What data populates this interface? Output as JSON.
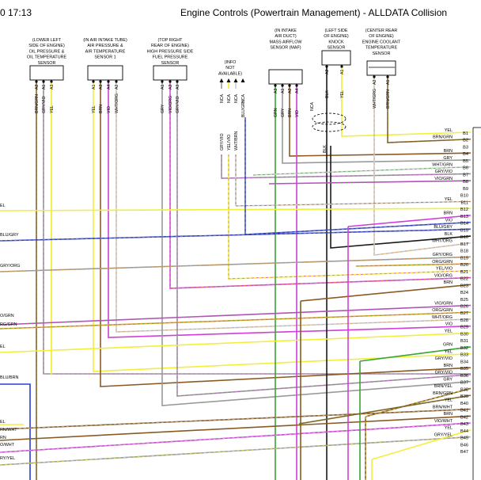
{
  "header": {
    "time": "0 17:13",
    "title": "Engine Controls (Powertrain Management) - ALLDATA Collision"
  },
  "colors": {
    "YEL": "#f2ef3a",
    "BRN": "#8a5a22",
    "GRN": "#3aa335",
    "GRY": "#9a9a9a",
    "VIO": "#d03fd8",
    "BLU": "#2b3dd0",
    "WHT": "#cccccc",
    "ORG": "#f09a2a",
    "BLK": "#1a1a1a",
    "PNK": "#f4a0c8"
  },
  "sensors": [
    {
      "id": "oil-pressure-temp",
      "label": [
        "(LOWER LEFT",
        "SIDE OF ENGINE)",
        "OIL PRESSURE &",
        "OIL TEMPERATURE",
        "SENSOR"
      ],
      "pins": [
        "A2",
        "A1",
        "A3"
      ],
      "wires": [
        "BRN/GRN",
        "GRY/VIO",
        "YEL"
      ]
    },
    {
      "id": "air-pressure-temp-1",
      "label": [
        "(IN AIR INTAKE TUBE)",
        "AIR PRESSURE &",
        "AIR TEMPERATURE",
        "SENSOR 1"
      ],
      "pins": [
        "A1",
        "A3",
        "A4",
        "A2"
      ],
      "wires": [
        "YEL",
        "BRN",
        "VIO",
        "WHT/ORG"
      ]
    },
    {
      "id": "fuel-pressure",
      "label": [
        "(TOP RIGHT",
        "REAR OF ENGINE)",
        "HIGH PRESSURE SIDE",
        "FUEL PRESSURE",
        "SENSOR"
      ],
      "pins": [
        "A1",
        "A2",
        "A3"
      ],
      "wires": [
        "GRY",
        "VIO/ORG",
        "GRY/VIO"
      ]
    },
    {
      "id": "info-not-available",
      "label": [
        "(INFO",
        "NOT",
        "AVAILABLE)"
      ],
      "pins": [
        "NCA",
        "NCA",
        "NCA"
      ],
      "wires": [
        "GRY/VIO",
        "YEL/VIO",
        "WHT/BRN"
      ],
      "extra_pin": "NCA",
      "extra_wire": "BLU/GRY"
    },
    {
      "id": "maf",
      "label": [
        "(IN INTAKE",
        "AIR DUCT)",
        "MASS AIRFLOW",
        "SENSOR (MAF)"
      ],
      "pins": [
        "A3",
        "A1",
        "A2",
        "A4"
      ],
      "wires": [
        "GRN",
        "GRY",
        "BRN",
        "VIO"
      ]
    },
    {
      "id": "knock",
      "label": [
        "(LEFT SIDE",
        "OF ENGINE)",
        "KNOCK",
        "SENSOR"
      ],
      "pins": [
        "A2",
        "A1"
      ],
      "wires": [
        "BLK",
        "YEL"
      ],
      "shield_pin": "NCA",
      "shield_wire": "BLK"
    },
    {
      "id": "coolant-temp",
      "label": [
        "(CENTER REAR",
        "OF ENGINE)",
        "ENGINE COOLANT",
        "TEMPERATURE",
        "SENSOR"
      ],
      "pins": [
        "A2",
        "A1"
      ],
      "wires": [
        "WHT/GRG",
        "BRN/GRN"
      ]
    }
  ],
  "left_stubs": [
    "EL",
    "BLU/GRY",
    "GRY/ORG",
    "O/GRN",
    "RG/GRN",
    "EL",
    "BLU/BRN",
    "EL",
    "RN/WHT",
    "RN",
    "O/WHT",
    "RY/YEL"
  ],
  "connector_pins": [
    {
      "pin": "B1",
      "wire": "YEL"
    },
    {
      "pin": "B2",
      "wire": "BRN/GRN"
    },
    {
      "pin": "B3",
      "wire": ""
    },
    {
      "pin": "B4",
      "wire": "BRN"
    },
    {
      "pin": "B5",
      "wire": "GRY"
    },
    {
      "pin": "B6",
      "wire": "WHT/GRN"
    },
    {
      "pin": "B7",
      "wire": "GRY/VIO"
    },
    {
      "pin": "B8",
      "wire": "VIO/GRN"
    },
    {
      "pin": "B9",
      "wire": ""
    },
    {
      "pin": "B10",
      "wire": ""
    },
    {
      "pin": "B11",
      "wire": "YEL"
    },
    {
      "pin": "B12",
      "wire": ""
    },
    {
      "pin": "B13",
      "wire": "BRN"
    },
    {
      "pin": "B14",
      "wire": "VIO"
    },
    {
      "pin": "B15",
      "wire": "BLU/GRY"
    },
    {
      "pin": "B16",
      "wire": "BLK"
    },
    {
      "pin": "B17",
      "wire": "WHT/ORG"
    },
    {
      "pin": "B18",
      "wire": ""
    },
    {
      "pin": "B19",
      "wire": "GRY/ORG"
    },
    {
      "pin": "B20",
      "wire": "ORG/GRN"
    },
    {
      "pin": "B21",
      "wire": "YEL/VIO"
    },
    {
      "pin": "B22",
      "wire": "VIO/ORG"
    },
    {
      "pin": "B23",
      "wire": "BRN"
    },
    {
      "pin": "B24",
      "wire": ""
    },
    {
      "pin": "B25",
      "wire": ""
    },
    {
      "pin": "B26",
      "wire": "VIO/GRN"
    },
    {
      "pin": "B27",
      "wire": "ORG/GRN"
    },
    {
      "pin": "B28",
      "wire": "WHT/ORG"
    },
    {
      "pin": "B29",
      "wire": "VIO"
    },
    {
      "pin": "B30",
      "wire": "YEL"
    },
    {
      "pin": "B31",
      "wire": ""
    },
    {
      "pin": "B32",
      "wire": "GRN"
    },
    {
      "pin": "B33",
      "wire": "YEL"
    },
    {
      "pin": "B34",
      "wire": "GRY/VIO"
    },
    {
      "pin": "B35",
      "wire": "BRN"
    },
    {
      "pin": "B36",
      "wire": "GRY/VIO"
    },
    {
      "pin": "B37",
      "wire": "GRY"
    },
    {
      "pin": "B38",
      "wire": "BRN/YEL"
    },
    {
      "pin": "B39",
      "wire": "BRN/GRN"
    },
    {
      "pin": "B40",
      "wire": "YEL"
    },
    {
      "pin": "B41",
      "wire": "BRN/WHT"
    },
    {
      "pin": "B42",
      "wire": "BRN"
    },
    {
      "pin": "B43",
      "wire": "VIO/WHT"
    },
    {
      "pin": "B44",
      "wire": "YEL"
    },
    {
      "pin": "B45",
      "wire": "GRY/YEL"
    },
    {
      "pin": "B46",
      "wire": ""
    },
    {
      "pin": "B47",
      "wire": ""
    }
  ]
}
